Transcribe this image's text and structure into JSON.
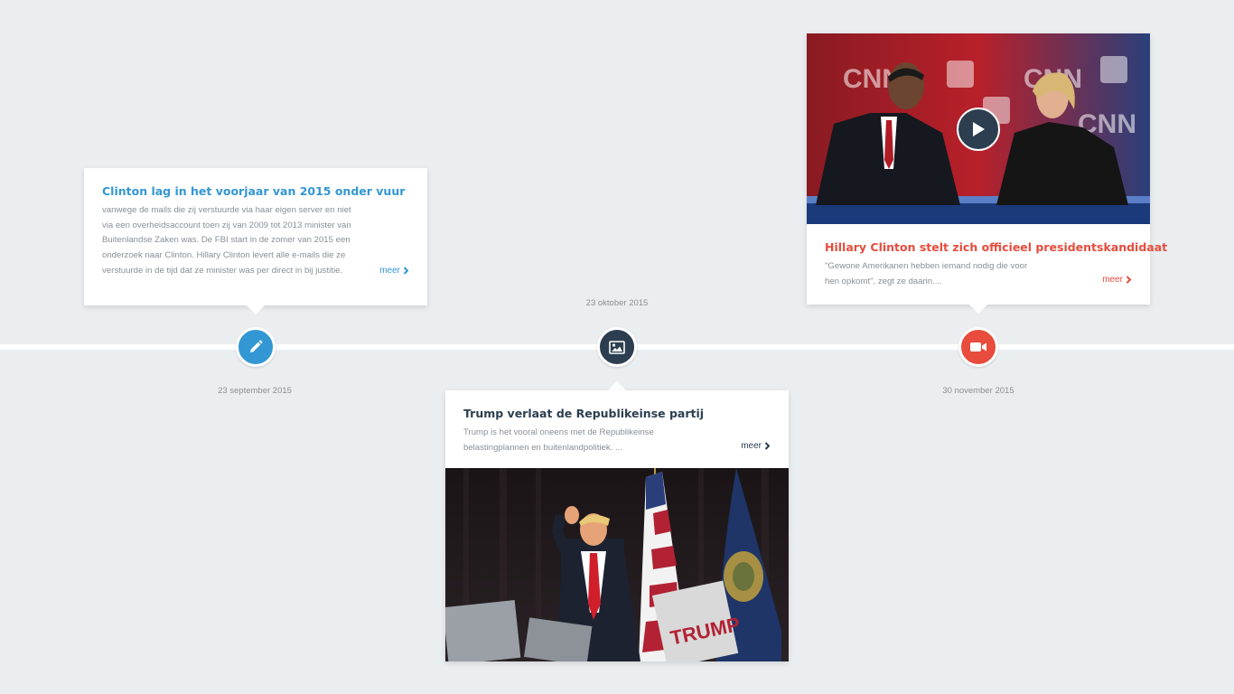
{
  "items": [
    {
      "title": "Clinton lag in het voorjaar van 2015 onder vuur",
      "text": "vanwege de mails die zij verstuurde via haar eigen server en niet via een overheidsaccount toen zij van 2009 tot 2013 minister van Buitenlandse Zaken was. De FBI start in de zomer van 2015 een onderzoek naar Clinton. Hillary Clinton levert alle e-mails die ze verstuurde in de tijd dat ze minister was per direct in bij justitie.",
      "more_label": "meer",
      "date": "23 september 2015",
      "icon": "pencil-icon",
      "color": "#3397d3"
    },
    {
      "title": "Trump verlaat de Republikeinse partij",
      "text": "Trump is het vooral oneens met de Republikeinse belastingplannen en buitenlandpolitiek. ...",
      "more_label": "meer",
      "date": "23 oktober 2015",
      "icon": "image-icon",
      "color": "#2c3e50"
    },
    {
      "title": "Hillary Clinton stelt zich officieel presidentskandidaat",
      "text": "\"Gewone Amerikanen hebben iemand nodig die voor hen opkomt\", zegt ze daarin....",
      "more_label": "meer",
      "date": "30 november 2015",
      "icon": "video-camera-icon",
      "color": "#e74c3c"
    }
  ],
  "photo_signs": {
    "cnn": "CNN",
    "trump": "TRUMP"
  }
}
